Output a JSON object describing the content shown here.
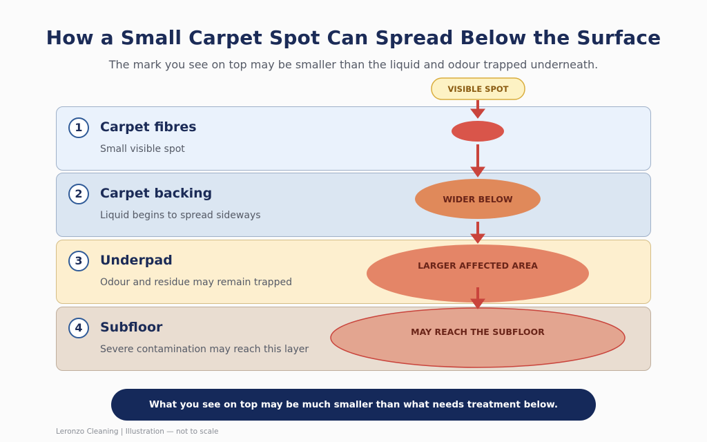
{
  "title": "How a Small Carpet Spot Can Spread Below the Surface",
  "subtitle": "The mark you see on top may be smaller than the liquid and odour trapped underneath.",
  "top_tag": "VISIBLE SPOT",
  "layers": [
    {
      "number": "1",
      "name": "Carpet fibres",
      "description": "Small visible spot",
      "spot_label": "",
      "color": "#d9554a"
    },
    {
      "number": "2",
      "name": "Carpet backing",
      "description": "Liquid begins to spread sideways",
      "spot_label": "WIDER BELOW",
      "color": "#e0895a"
    },
    {
      "number": "3",
      "name": "Underpad",
      "description": "Odour and residue may remain trapped",
      "spot_label": "LARGER AFFECTED AREA",
      "color": "#e48567"
    },
    {
      "number": "4",
      "name": "Subfloor",
      "description": "Severe contamination may reach this layer",
      "spot_label": "MAY REACH THE SUBFLOOR",
      "color": "#e3a590"
    }
  ],
  "banner": "What you see on top may be much smaller than what needs treatment below.",
  "footer": "Leronzo Cleaning | Illustration — not to scale",
  "colors": {
    "navy": "#15295a",
    "arrow": "#c9443c",
    "tag_fill": "#fdf2c4",
    "tag_border": "#d9ad3c"
  }
}
